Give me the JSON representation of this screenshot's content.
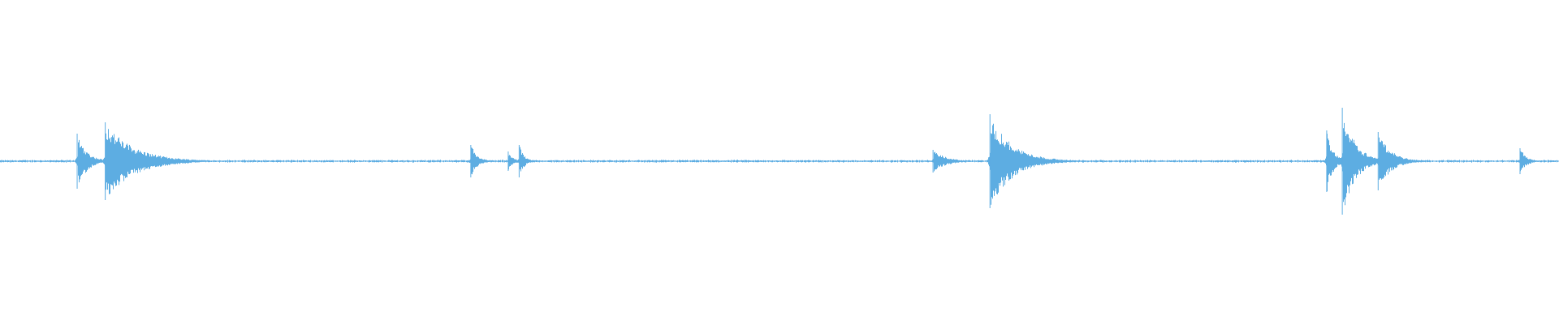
{
  "chart_data": {
    "type": "waveform",
    "title": "",
    "xlabel": "",
    "ylabel": "",
    "xlim": [
      0,
      1
    ],
    "ylim": [
      -1,
      1
    ],
    "grid": false,
    "color": "#5dade2",
    "baseline_noise": 0.006,
    "bursts": [
      {
        "t": 0.0495,
        "peak": 0.17,
        "decay": 0.006
      },
      {
        "t": 0.0675,
        "peak": 0.24,
        "decay": 0.018
      },
      {
        "t": 0.302,
        "peak": 0.1,
        "decay": 0.004
      },
      {
        "t": 0.326,
        "peak": 0.06,
        "decay": 0.003
      },
      {
        "t": 0.333,
        "peak": 0.1,
        "decay": 0.003
      },
      {
        "t": 0.5985,
        "peak": 0.07,
        "decay": 0.008
      },
      {
        "t": 0.635,
        "peak": 0.29,
        "decay": 0.014
      },
      {
        "t": 0.851,
        "peak": 0.19,
        "decay": 0.004
      },
      {
        "t": 0.861,
        "peak": 0.33,
        "decay": 0.008
      },
      {
        "t": 0.884,
        "peak": 0.18,
        "decay": 0.008
      },
      {
        "t": 0.975,
        "peak": 0.08,
        "decay": 0.004
      }
    ]
  }
}
